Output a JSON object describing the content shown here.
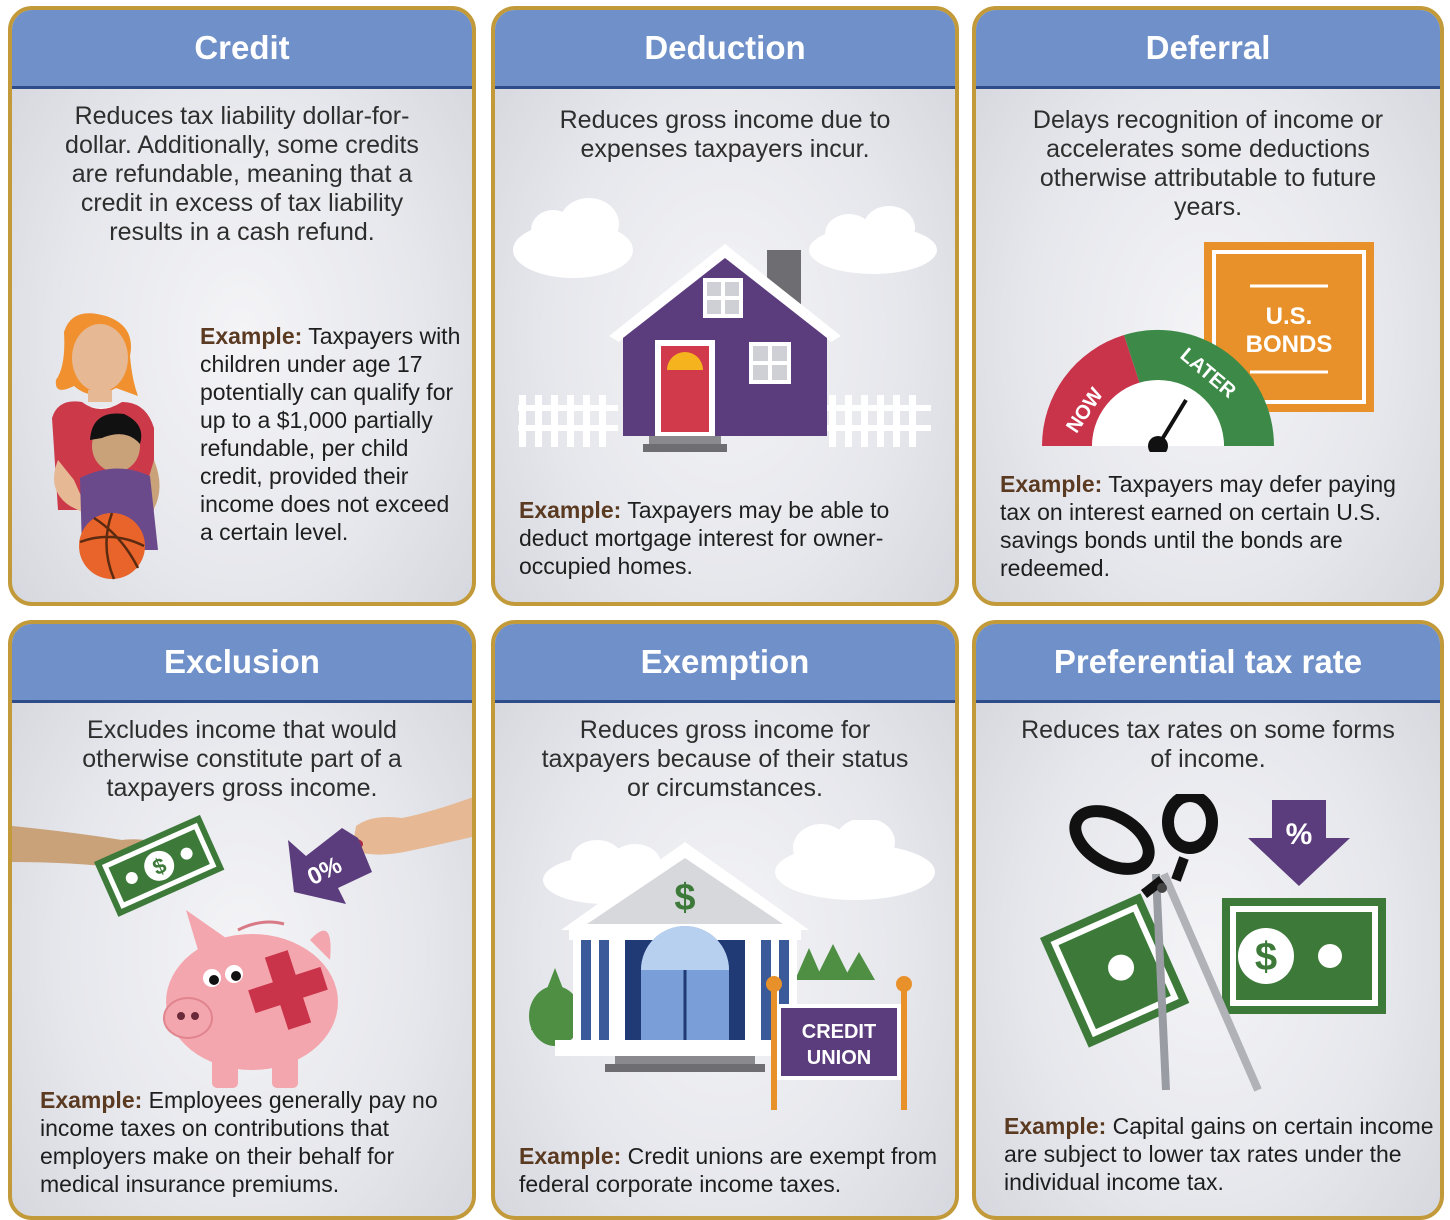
{
  "cards": [
    {
      "title": "Credit",
      "description": "Reduces tax liability dollar-for-dollar. Additionally, some credits are refundable, meaning that a credit in excess of tax liability results in a cash refund.",
      "example_label": "Example:",
      "example_text": "Taxpayers with children under age 17 potentially can qualify for up to a $1,000 partially refundable, per child credit, provided their income does not exceed a certain level."
    },
    {
      "title": "Deduction",
      "description": "Reduces gross income due to expenses taxpayers incur.",
      "example_label": "Example:",
      "example_text": "Taxpayers may be able to deduct mortgage interest for owner-occupied homes."
    },
    {
      "title": "Deferral",
      "description": "Delays recognition of income or accelerates some deductions otherwise attributable to future years.",
      "example_label": "Example:",
      "example_text": "Taxpayers may defer paying tax on interest earned on certain U.S. savings bonds until the bonds are redeemed.",
      "gauge_now": "NOW",
      "gauge_later": "LATER",
      "bond_line1": "U.S.",
      "bond_line2": "BONDS"
    },
    {
      "title": "Exclusion",
      "description": "Excludes income that would otherwise constitute part of a taxpayers gross income.",
      "example_label": "Example:",
      "example_text": "Employees generally pay no income taxes on contributions that employers make on their behalf for medical insurance premiums.",
      "tag_text": "0%"
    },
    {
      "title": "Exemption",
      "description": "Reduces gross income for taxpayers because of their status or circumstances.",
      "example_label": "Example:",
      "example_text": "Credit unions are exempt from federal corporate income taxes.",
      "sign_line1": "CREDIT",
      "sign_line2": "UNION",
      "bank_symbol": "$"
    },
    {
      "title": "Preferential tax rate",
      "description": "Reduces tax rates on some forms of income.",
      "example_label": "Example:",
      "example_text": "Capital gains on certain income are subject to lower tax rates under the individual income tax.",
      "arrow_symbol": "%",
      "bill_symbol": "$"
    }
  ],
  "colors": {
    "card_border": "#c29a3a",
    "header_bg": "#6f90c8",
    "header_rule": "#2f4c8a",
    "example_label": "#5b3a22",
    "purple": "#5b3c7d",
    "money_green": "#3d7a3a",
    "bond_orange": "#e8912a",
    "gauge_red": "#c9344a",
    "gauge_green": "#3d8a48"
  }
}
